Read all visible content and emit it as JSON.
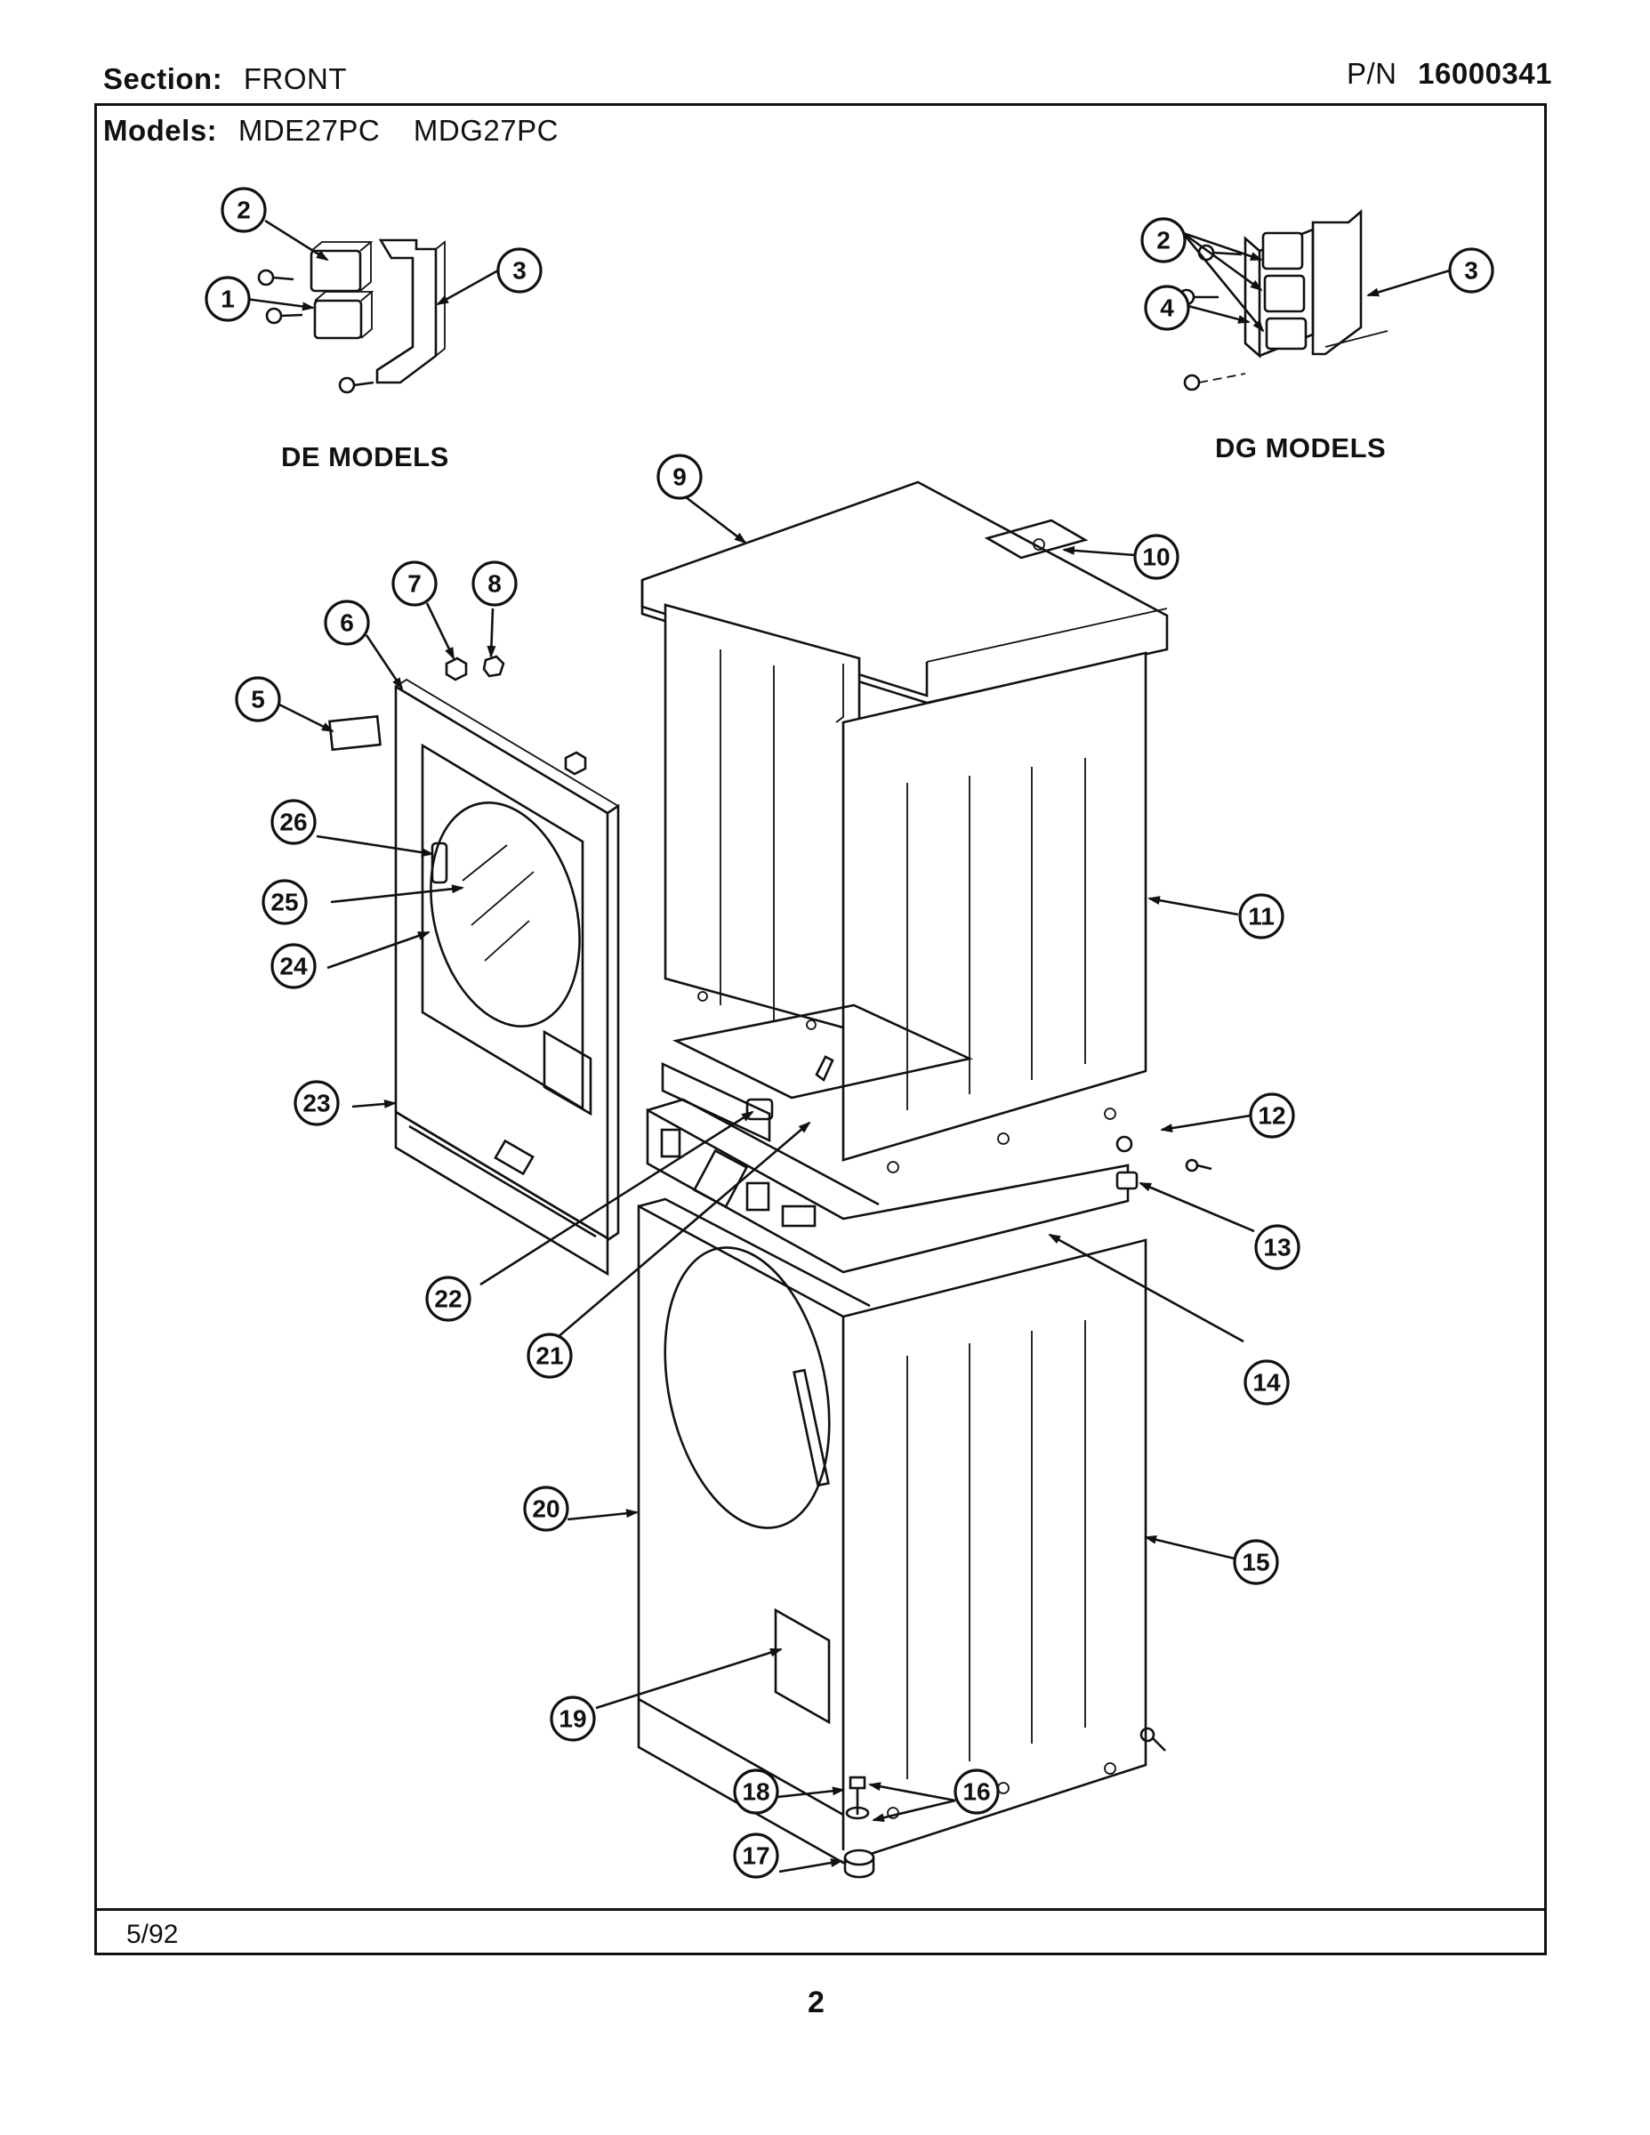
{
  "header": {
    "section_label": "Section:",
    "section_value": "FRONT",
    "pn_label": "P/N",
    "pn_value": "16000341",
    "models_label": "Models:",
    "models": [
      "MDE27PC",
      "MDG27PC"
    ]
  },
  "groups": {
    "de": "DE MODELS",
    "dg": "DG MODELS"
  },
  "callouts": [
    "1",
    "2",
    "3",
    "4",
    "5",
    "6",
    "7",
    "8",
    "9",
    "10",
    "11",
    "12",
    "13",
    "14",
    "15",
    "16",
    "17",
    "18",
    "19",
    "20",
    "21",
    "22",
    "23",
    "24",
    "25",
    "26"
  ],
  "footer": {
    "date": "5/92",
    "page": "2"
  }
}
